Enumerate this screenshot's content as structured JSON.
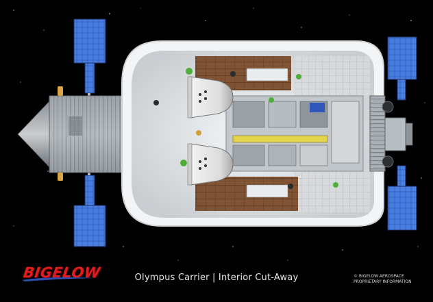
{
  "caption": "Olympus Carrier | Interior Cut-Away",
  "brand": {
    "name": "BIGELOW",
    "color": "#e21c1c",
    "accent": "#2a4fb0"
  },
  "copyright": {
    "line1": "© BIGELOW AEROSPACE",
    "line2": "PROPRIETARY INFORMATION"
  },
  "colors": {
    "space": "#000000",
    "hull_white": "#eef1f3",
    "solar_panel": "#3b6fd6",
    "metal": "#9aa1a6",
    "floor_wood": "#8a5a34"
  }
}
